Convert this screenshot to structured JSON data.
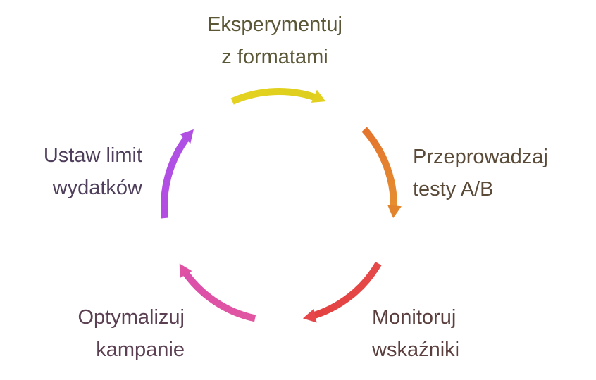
{
  "cycle": {
    "steps": [
      {
        "lines": [
          "Eksperymentuj",
          "z formatami"
        ],
        "color": "#e2cf1e"
      },
      {
        "lines": [
          "Przeprowadzaj",
          "testy A/B"
        ],
        "color": "#e2842c"
      },
      {
        "lines": [
          "Monitoruj",
          "wskaźniki"
        ],
        "color": "#e6474a"
      },
      {
        "lines": [
          "Optymalizuj",
          "kampanie"
        ],
        "color": "#df52a3"
      },
      {
        "lines": [
          "Ustaw limit",
          "wydatków"
        ],
        "color": "#b04fe2"
      }
    ]
  }
}
